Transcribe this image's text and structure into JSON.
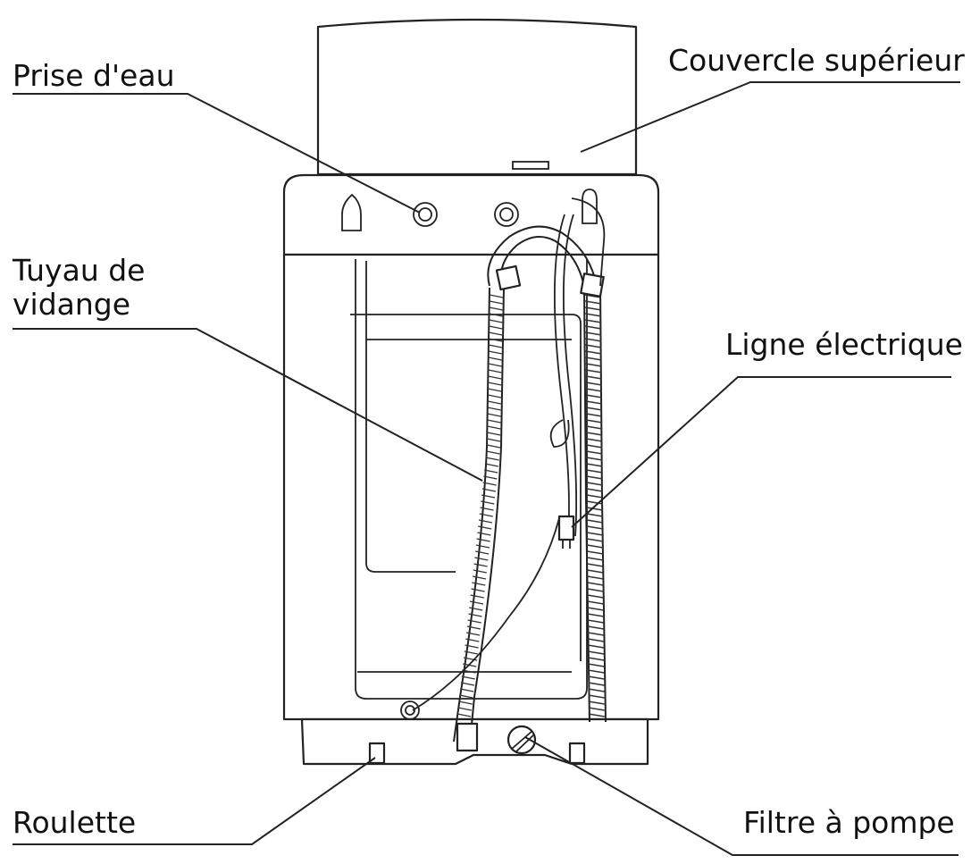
{
  "labels": {
    "water_inlet": "Prise d'eau",
    "top_lid": "Couvercle supérieur",
    "drain_hose_line1": "Tuyau de",
    "drain_hose_line2": "vidange",
    "power_line": "Ligne électrique",
    "caster": "Roulette",
    "pump_filter": "Filtre à pompe"
  },
  "colors": {
    "line": "#222222",
    "background": "#ffffff",
    "text": "#111111"
  }
}
